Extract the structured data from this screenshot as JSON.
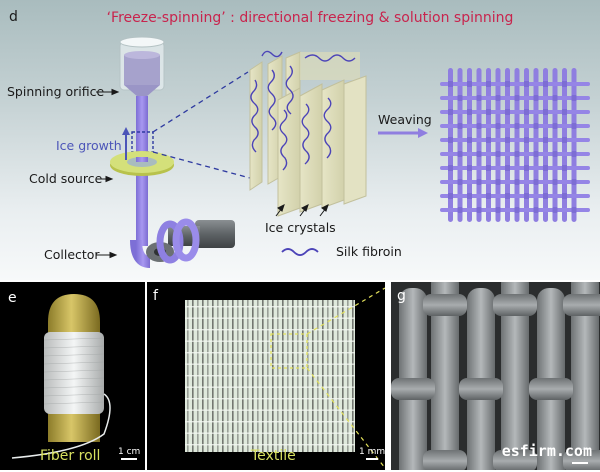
{
  "panel_d": {
    "letter": "d",
    "title": "‘Freeze-spinning’ : directional freezing & solution spinning",
    "labels": {
      "spinning_orifice": "Spinning orifice",
      "ice_growth": "Ice growth",
      "cold_source": "Cold source",
      "collector": "Collector",
      "ice_crystals": "Ice crystals",
      "silk_fibroin": "Silk fibroin",
      "weaving": "Weaving"
    },
    "colors": {
      "title": "#c8244d",
      "fiber": "#8f7ee0",
      "cold_source": "#d4e07a",
      "ice_growth_text": "#4c55b8"
    }
  },
  "panel_e": {
    "letter": "e",
    "caption": "Fiber roll",
    "scale_bar": "1 cm"
  },
  "panel_f": {
    "letter": "f",
    "caption": "Textile",
    "scale_bar": "1 mm"
  },
  "panel_g": {
    "letter": "g",
    "watermark": "esfirm.com"
  }
}
